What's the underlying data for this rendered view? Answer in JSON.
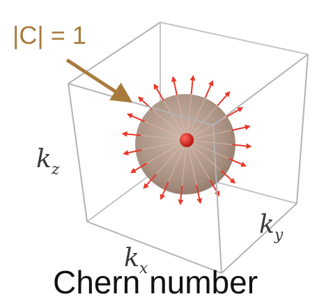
{
  "annotation": {
    "charge_label": "|C| = 1"
  },
  "axes": {
    "kz": {
      "base": "k",
      "sub": "z"
    },
    "ky": {
      "base": "k",
      "sub": "y"
    },
    "kx": {
      "base": "k",
      "sub": "x"
    }
  },
  "caption": "Chern number",
  "colors": {
    "arrow_annotation": "#a87b3c",
    "sphere": "#a88f80",
    "monopole": "#d81818",
    "field_arrows": "#e8372a",
    "cube_edges": "#b8b8b8"
  }
}
